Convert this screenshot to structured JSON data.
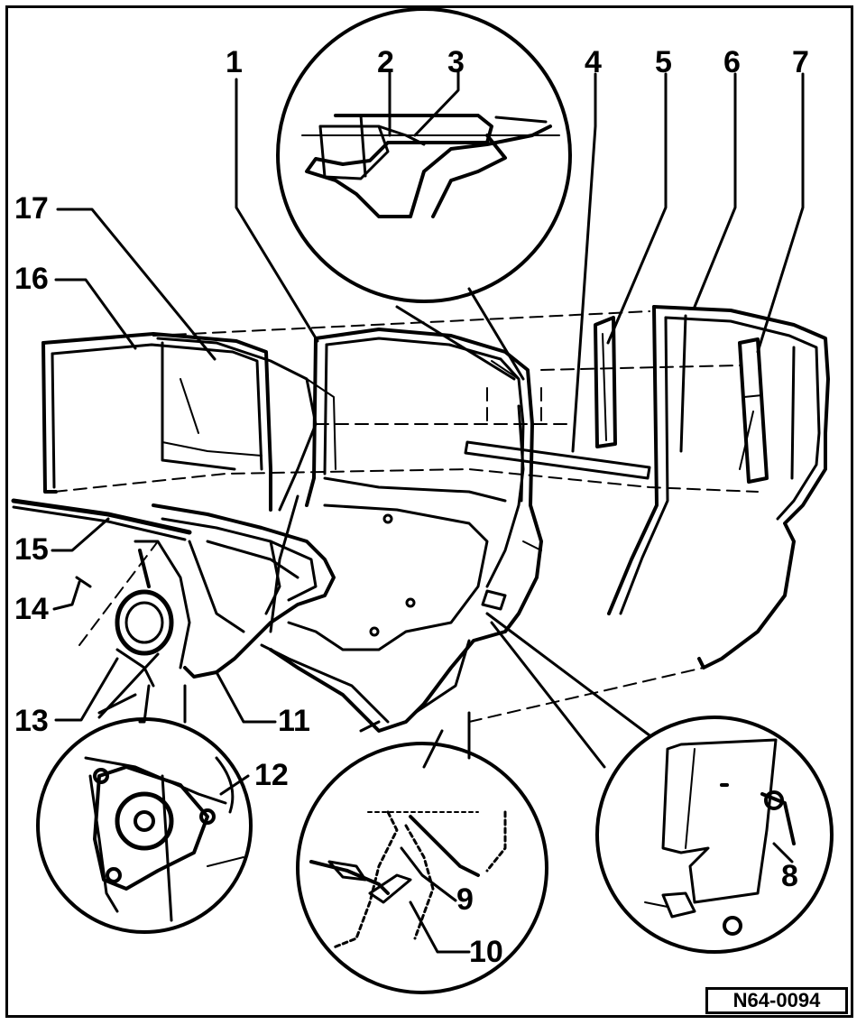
{
  "figure": {
    "reference": "N64-0094",
    "callouts": [
      "1",
      "2",
      "3",
      "4",
      "5",
      "6",
      "7",
      "8",
      "9",
      "10",
      "11",
      "12",
      "13",
      "14",
      "15",
      "16",
      "17"
    ]
  }
}
